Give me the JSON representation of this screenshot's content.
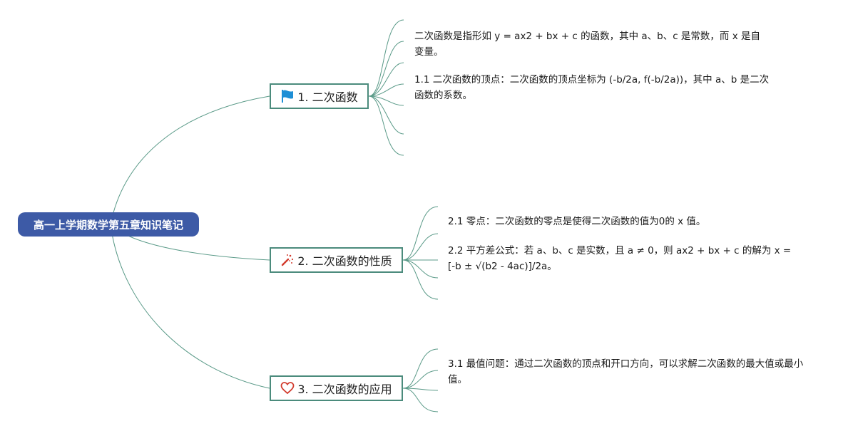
{
  "root": {
    "title": "高一上学期数学第五章知识笔记"
  },
  "branches": [
    {
      "label": "1. 二次函数",
      "icon": "flag-icon",
      "icon_color": "#1e8fd6",
      "notes": [
        "二次函数是指形如 y = ax2 + bx + c 的函数，其中 a、b、c 是常数，而 x 是自变量。",
        "1.1 二次函数的顶点：二次函数的顶点坐标为 (-b/2a, f(-b/2a))，其中 a、b 是二次函数的系数。"
      ]
    },
    {
      "label": "2. 二次函数的性质",
      "icon": "magic-wand-icon",
      "icon_color": "#d23b2e",
      "notes": [
        "2.1 零点：二次函数的零点是使得二次函数的值为0的 x 值。",
        "2.2 平方差公式：若 a、b、c 是实数，且 a ≠ 0，则 ax2 + bx + c 的解为 x = [-b ± √(b2 - 4ac)]/2a。"
      ]
    },
    {
      "label": "3. 二次函数的应用",
      "icon": "heart-icon",
      "icon_color": "#d23b2e",
      "notes": [
        "3.1 最值问题：通过二次函数的顶点和开口方向，可以求解二次函数的最大值或最小值。"
      ]
    }
  ],
  "colors": {
    "root_fill": "#3d5aa6",
    "root_text": "#ffffff",
    "line": "#4b8b7c",
    "branch_border": "#4b8b7c"
  }
}
